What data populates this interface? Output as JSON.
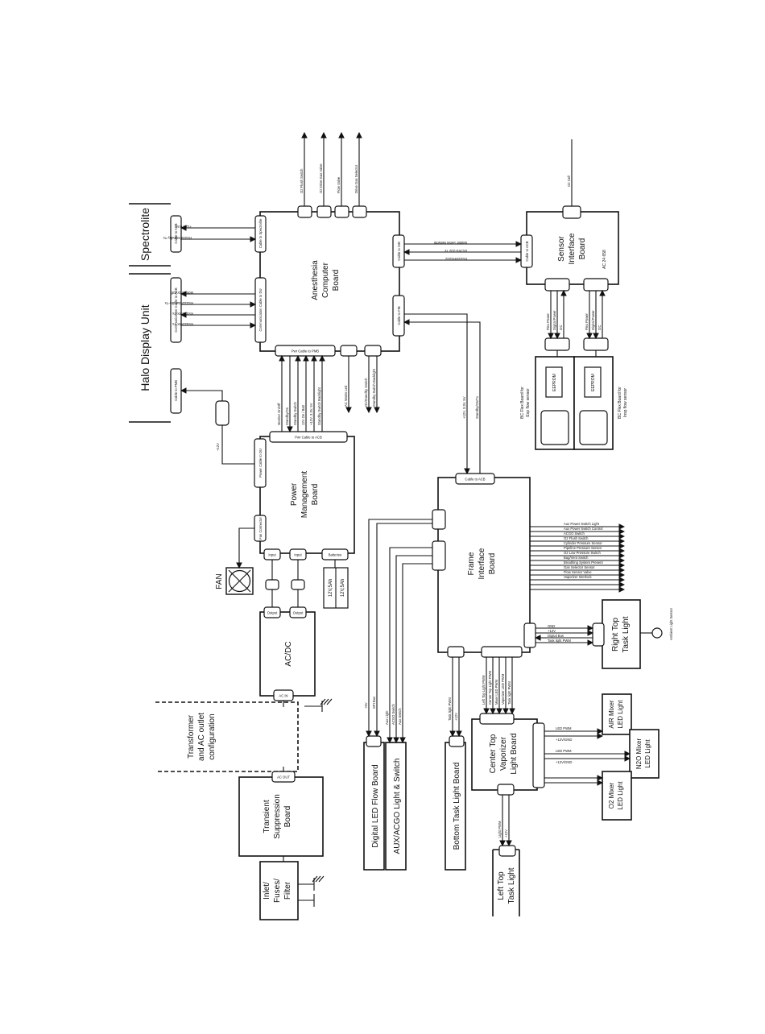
{
  "boards": {
    "spectrolite": "Spectrolite",
    "halo": "Halo Display Unit",
    "acb": [
      "Anesthesia",
      "Computer",
      "Board"
    ],
    "sib": [
      "Sensor",
      "Interface",
      "Board"
    ],
    "pmb": [
      "Power",
      "Management",
      "Board"
    ],
    "fib": [
      "Frame",
      "Interface",
      "Board"
    ],
    "acdc": "AC/DC",
    "transformer": [
      "Transformer",
      "and AC outlet",
      "configuration"
    ],
    "tsb": [
      "Transient",
      "Suppression",
      "Board"
    ],
    "inlet": [
      "Inlet/",
      "Fuses/",
      "Filter"
    ],
    "led_flow": "Digital LED Flow Board",
    "aux": "AUX/ACGO Light & Switch",
    "bottom_task": "Bottom Task Light Board",
    "center_top": [
      "Center Top",
      "Vaporizer",
      "Light Board"
    ],
    "left_top": [
      "Left Top",
      "Task Light"
    ],
    "right_top": [
      "Right Top",
      "Task Light"
    ],
    "air_mixer": [
      "AIR Mixer",
      "LED Light"
    ],
    "n2o_mixer": [
      "N2O Mixer",
      "LED Light"
    ],
    "o2_mixer": [
      "O2 Mixer",
      "LED Light"
    ],
    "fan": "FAN",
    "flex_exp": [
      "BC Flex Board for",
      "Exp flow sensor"
    ],
    "flex_insp": [
      "BC Flex Board for",
      "Insp flow sensor"
    ],
    "eeprom": "EEPROM"
  },
  "signals": {
    "spectro_pwr": "+12V, 0.5A",
    "spectro_data": "RS232/Standby-Tx",
    "halo_pwr": "+12V",
    "halo_video": "Monitor On/Off",
    "halo_a": "RS232/Standby-Tx",
    "halo_b": "RS422/RX-Tx",
    "halo_c": "RS422/RX-Tx",
    "acb_top": [
      "O2 Flush Switch",
      "O2 Drive Gas Valve",
      "Flow Valve",
      "Drive Gas Selector"
    ],
    "acb_sib": [
      "Master Serial Network",
      "I2C/RS-232 Tx",
      "RS232/RS232"
    ],
    "acb_pmb": [
      "Monitor On/Off",
      "Standby/On",
      "Standby Switch",
      "12V On / Batt",
      "+12V, 3.3V, 5V",
      "Standby Switch Backlight"
    ],
    "acb_stby": [
      "AC Mains Led",
      "On/Standby Switch",
      "Standby Switch Backlight"
    ],
    "acb_fib": [
      "+12V, 3.3V, 5V",
      "Standby/On/Tx"
    ],
    "sib_flow": [
      "Flex Power",
      "Digital Power",
      "I2C"
    ],
    "sib_top": "O2 Cell",
    "sib_part": "AC 24 658",
    "pmb_batt": [
      "12V,5Ah",
      "12V,5Ah"
    ],
    "fib_out": [
      "Aux Power Switch Light",
      "Aux Power Switch Control",
      "ACGO Switch",
      "O2 Flush Switch",
      "Cylinder Pressure Sensor",
      "Pipeline Pressure Sensor",
      "O2 Low Pressure Switch",
      "Bag/Vent Switch",
      "Breathing System Present",
      "Gas Selector Sensor",
      "Flow Sensor Valve",
      "Vaporizer Interlock"
    ],
    "fib_right": [
      "GND",
      "+12V",
      "Digital Bus",
      "Task light PWM"
    ],
    "fib_center": [
      "Left Top Light PWM",
      "Center Top Light PWM",
      "Mixer LED PWM",
      "Vaporizer LED PWM",
      "Task light PWM"
    ],
    "center_mixers": [
      "LED PWM",
      "+12V/GND",
      "LED PWM",
      "+12V/GND"
    ],
    "led_sig": [
      "+5V",
      "SPI Bus"
    ],
    "aux_sig": [
      "Aux Light",
      "ACGO Switch",
      "Aux Switch"
    ],
    "bottom_sig": [
      "Task light PWM",
      "+12V"
    ],
    "left_sig": [
      "Light PWM",
      "+12V"
    ],
    "ambient": "Ambient Light Sensor"
  },
  "connectors": {
    "spec": "Cable to ACB",
    "acb_spec": "Cable to Spectrolite",
    "halo_a": "Communication Cable to ACB",
    "halo_b": "Cable to PMB",
    "acb_halo": "Communication Cable to DU",
    "acb_sib": "Cable to SIB",
    "sib_acb": "Cable to ACB",
    "acb_fib": "Cable to FIB",
    "fib_acb": "Cable to ACB",
    "acb_pmb": "Pwr Cable to PMB",
    "pmb_acb": "Pwr Cable to ACB",
    "pmb_du": "Power Cable to DU",
    "fan_conn": "Fan Connector",
    "pmb_in": [
      "Input",
      "Input"
    ],
    "pmb_batt": "Batteries",
    "acdc_out": [
      "Output",
      "Output"
    ],
    "acdc_in": "AC IN",
    "tsb_out": "AC OUT"
  }
}
